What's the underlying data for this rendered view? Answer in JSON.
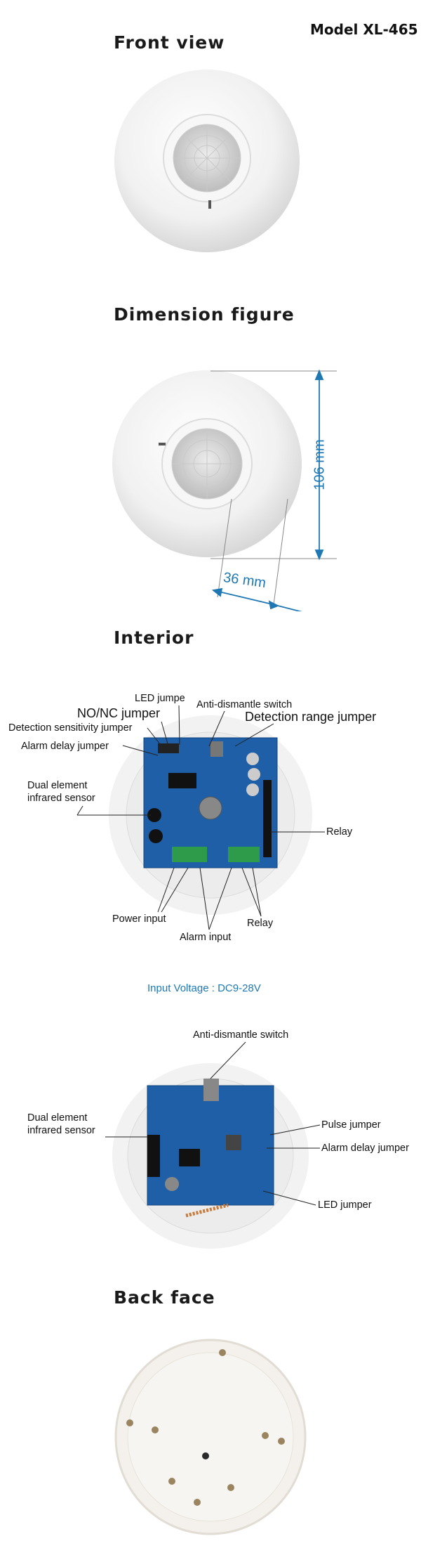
{
  "header": {
    "model": "Model  XL-465"
  },
  "sections": {
    "front_view": "Front  view",
    "dimension": "Dimension figure",
    "interior": "Interior",
    "back_face": "Back face"
  },
  "dimensions": {
    "height": "106 mm",
    "depth": "36 mm"
  },
  "interior1": {
    "led_jumper": "LED jumpe",
    "anti_dismantle": "Anti-dismantle switch",
    "no_nc": "NO/NC jumper",
    "detection_range": "Detection range  jumper",
    "detection_sensitivity": "Detection sensitivity jumper",
    "alarm_delay": "Alarm delay jumper",
    "dual_element_1": "Dual element",
    "dual_element_2": "infrared sensor",
    "relay_right": "Relay",
    "power_input": "Power input",
    "alarm_input": "Alarm input",
    "relay_bottom": "Relay"
  },
  "input_voltage": "Input Voltage : DC9-28V",
  "interior2": {
    "anti_dismantle": "Anti-dismantle switch",
    "dual_element_1": "Dual element",
    "dual_element_2": "infrared sensor",
    "pulse_jumper": "Pulse jumper",
    "alarm_delay": "Alarm delay jumper",
    "led_jumper": "LED jumper"
  },
  "colors": {
    "accent_blue": "#1f78b4",
    "pcb_blue": "#1e5fa8",
    "terminal_green": "#2e9b4a"
  }
}
